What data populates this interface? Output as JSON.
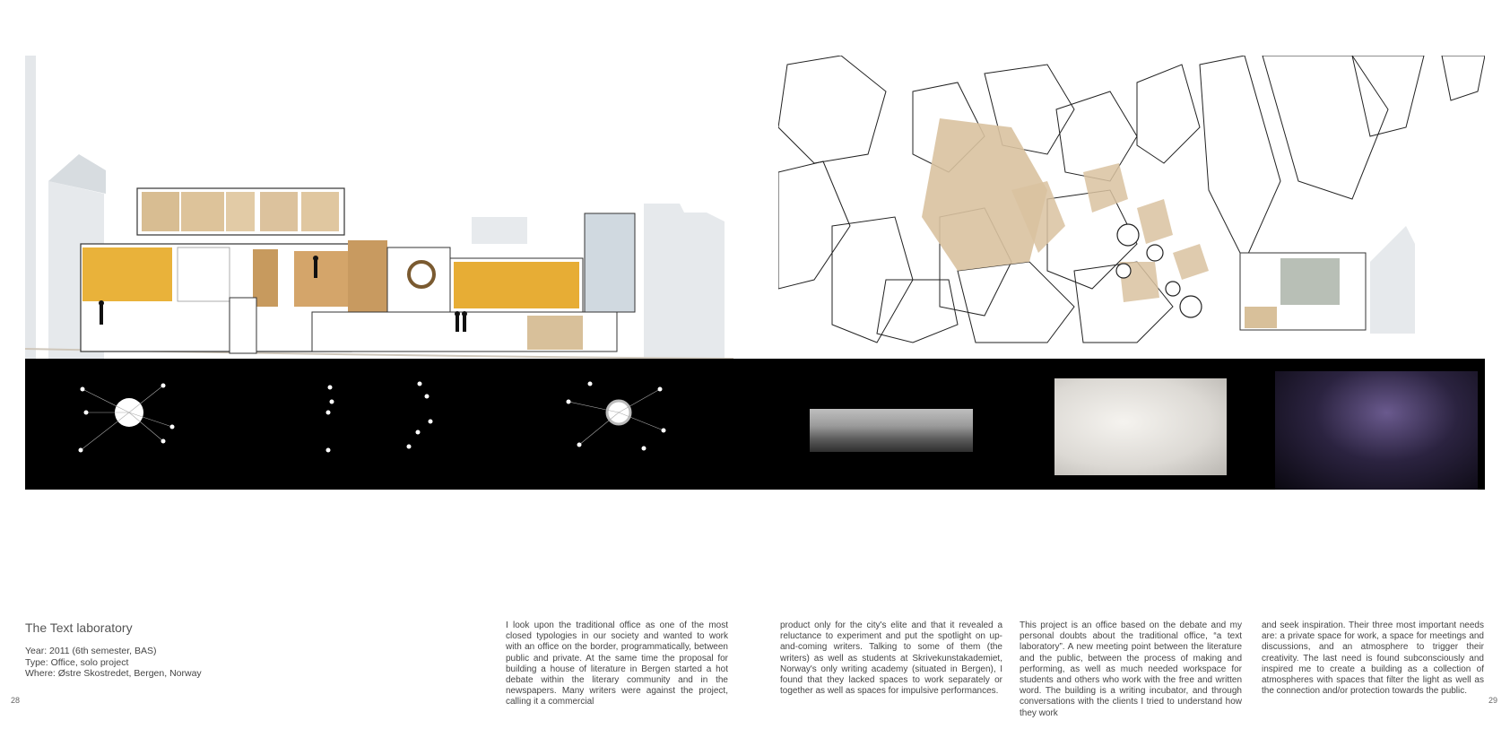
{
  "project": {
    "title": "The Text laboratory",
    "year": "Year: 2011 (6th semester, BAS)",
    "type": "Type: Office, solo project",
    "where": "Where: Østre Skostredet, Bergen, Norway"
  },
  "columns": [
    "I look upon the traditional office as one of the most closed typologies in our society and wanted to work with an office on the border, programmatically, between public and private. At the same time the proposal for building a house of literature in Bergen started a hot debate within the literary community and in the newspapers. Many writers were against the project, calling it a commercial",
    "product only for the city's elite and that it revealed a reluctance to experiment and put the spotlight on up-and-coming writers. Talking to some of them (the writers) as well as students at Skrivekunstakademiet, Norway's only writing academy (situated in Bergen), I found that they lacked spaces to work separately or together as well as spaces for impulsive performances.",
    "This project is an office based on the debate and my personal doubts about the traditional office, “a text laboratory”. A new meeting point between the literature and the public, between the process of making and performing, as well as much needed workspace for students and others who work with the free and written word. The building is a writing incubator, and through conversations with the clients I tried to understand how they work",
    "and seek inspiration. Their three most important needs are: a private space for work, a space for meetings and discussions, and an atmosphere to trigger their creativity. The last need is found subconsciously and inspired me to create a building as a collection of atmospheres with spaces that filter the light as well as the connection and/or protection towards the public."
  ],
  "page_numbers": {
    "left": "28",
    "right": "29"
  },
  "colors": {
    "ground": "#000000",
    "warm_light": "#e9b23a",
    "wood": "#d9c2a0",
    "line": "#222222"
  }
}
